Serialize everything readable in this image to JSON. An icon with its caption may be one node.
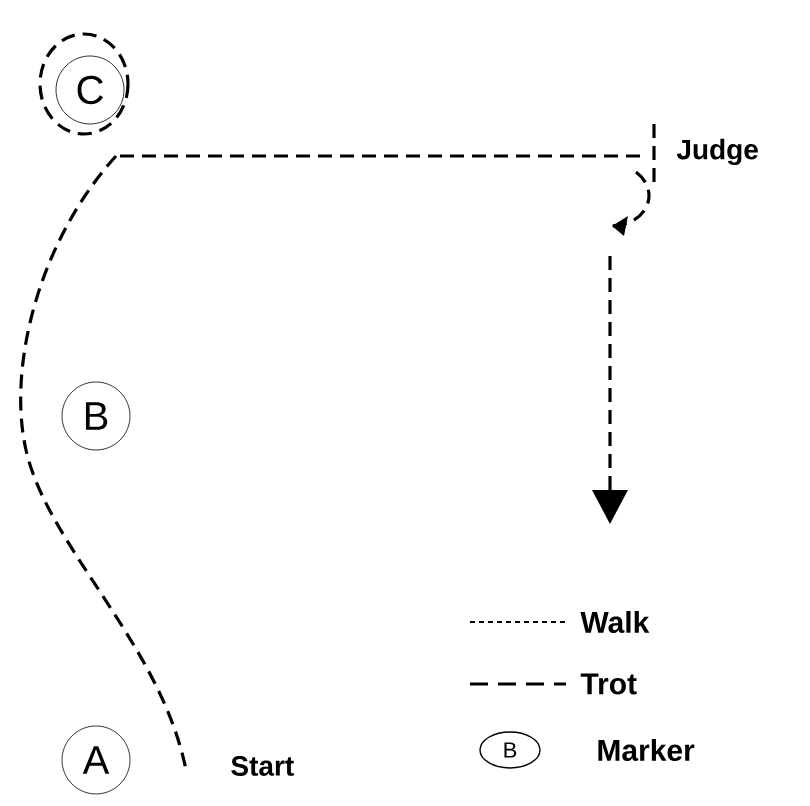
{
  "diagram": {
    "nodes": [
      {
        "text": [
          "C"
        ]
      },
      {
        "text": [
          "B"
        ]
      },
      {
        "text": [
          "A"
        ]
      }
    ],
    "labels": [
      "Judge",
      "Start",
      "B"
    ],
    "legend": [
      {
        "text": "Walk"
      },
      {
        "text": "Trot"
      },
      {
        "text": "Marker"
      }
    ]
  }
}
